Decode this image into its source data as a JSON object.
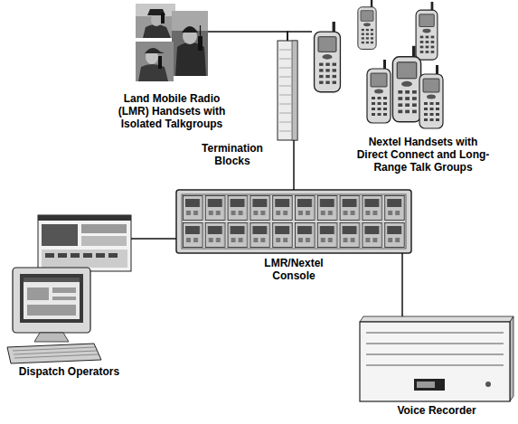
{
  "diagram": {
    "nodes": [
      {
        "text": [
          "Land Mobile Radio (LMR) Handsets with Isolated Talkgroups"
        ]
      },
      {
        "text": [
          "Nextel Handsets with Direct Connect and Long-Range Talk Groups"
        ]
      },
      {
        "text": [
          "Termination Blocks"
        ]
      },
      {
        "text": [
          "LMR/Nextel Console"
        ]
      },
      {
        "text": [
          "Dispatch Operators"
        ]
      },
      {
        "text": [
          "Voice Recorder"
        ]
      }
    ],
    "edges": [
      {
        "from": 0,
        "to": 2,
        "arrow": "none"
      },
      {
        "from": 1,
        "to": 2,
        "arrow": "none"
      },
      {
        "from": 2,
        "to": 3,
        "arrow": "none"
      },
      {
        "from": 3,
        "to": 4,
        "arrow": "none"
      },
      {
        "from": 3,
        "to": 5,
        "arrow": "none"
      }
    ]
  }
}
